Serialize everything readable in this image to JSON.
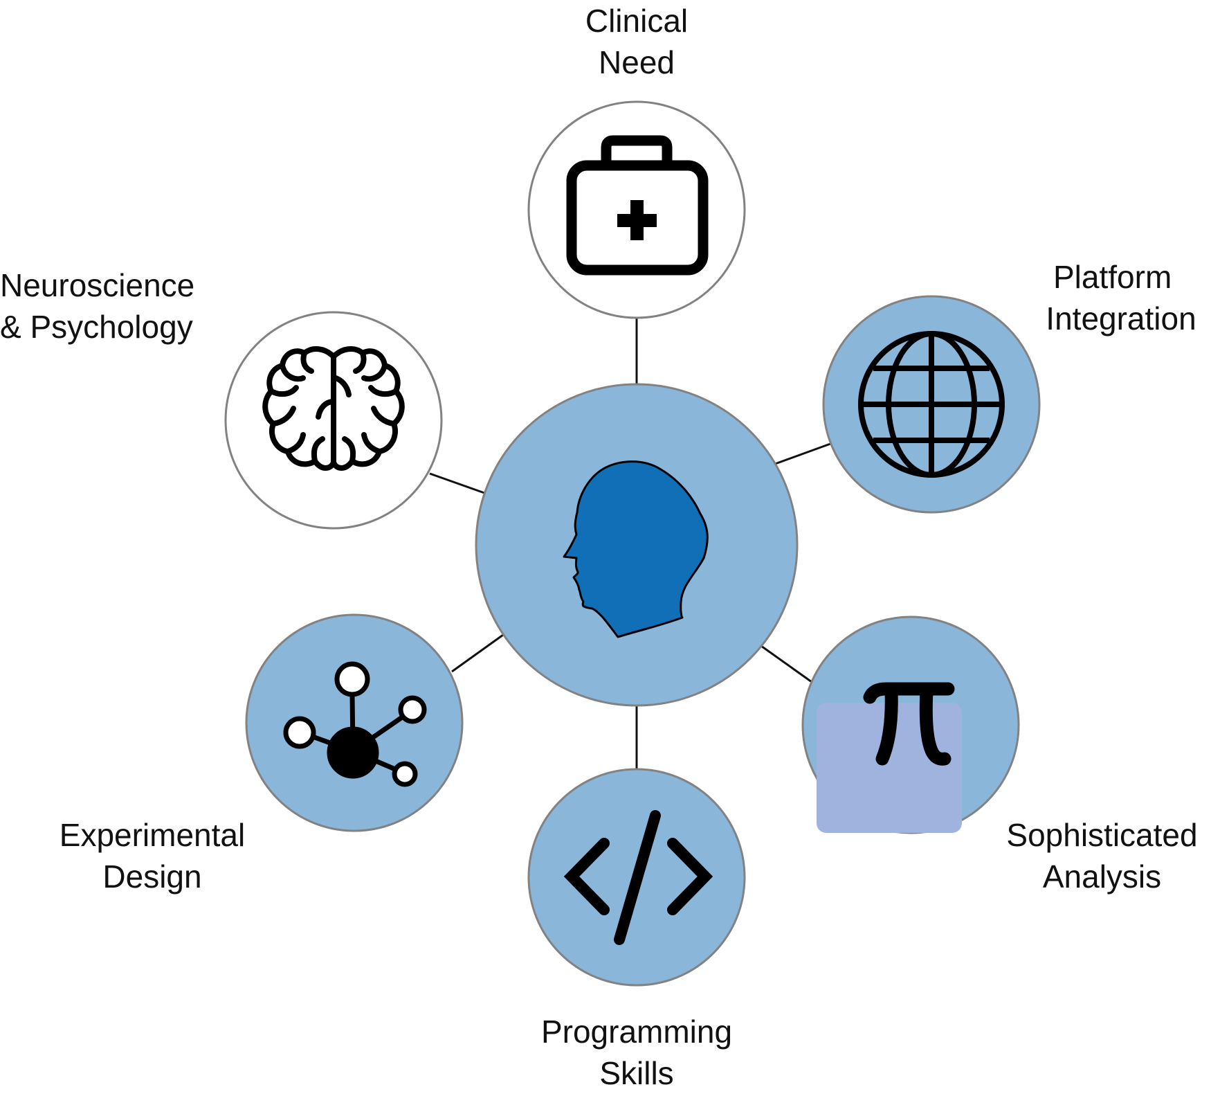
{
  "center": {
    "icon": "human-head-icon",
    "fill": "#8ab6da",
    "icon_color": "#116fb7"
  },
  "nodes": [
    {
      "id": "clinical-need",
      "label_lines": [
        "Clinical",
        "Need"
      ],
      "icon": "medical-kit-icon",
      "fill": "#ffffff"
    },
    {
      "id": "platform-integration",
      "label_lines": [
        "Platform",
        "Integration"
      ],
      "icon": "globe-icon",
      "fill": "#8ab6da"
    },
    {
      "id": "sophisticated-analysis",
      "label_lines": [
        "Sophisticated",
        "Analysis"
      ],
      "icon": "pi-icon",
      "fill": "#8ab6da"
    },
    {
      "id": "programming-skills",
      "label_lines": [
        "Programming",
        "Skills"
      ],
      "icon": "code-icon",
      "fill": "#8ab6da"
    },
    {
      "id": "experimental-design",
      "label_lines": [
        "Experimental",
        "Design"
      ],
      "icon": "molecule-network-icon",
      "fill": "#8ab6da"
    },
    {
      "id": "neuroscience-psychology",
      "label_lines": [
        "Neuroscience",
        "& Psychology"
      ],
      "icon": "brain-icon",
      "fill": "#ffffff"
    }
  ],
  "colors": {
    "circle_stroke": "#828282",
    "connector": "#111111",
    "icon": "#000000",
    "pi_highlight": "#a0b3de"
  }
}
